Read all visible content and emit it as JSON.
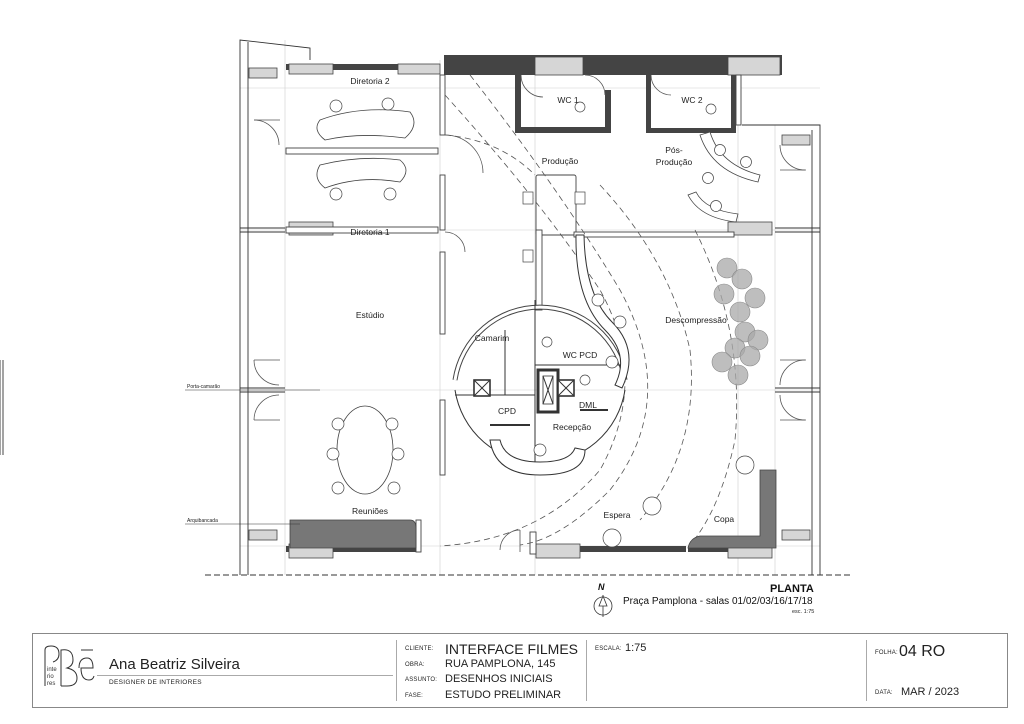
{
  "rooms": {
    "diretoria2": "Diretoria 2",
    "diretoria1": "Diretoria 1",
    "wc1": "WC 1",
    "wc2": "WC 2",
    "producao": "Produção",
    "pos_producao_1": "Pós-",
    "pos_producao_2": "Produção",
    "estudio": "Estúdio",
    "camarim": "Camarim",
    "wc_pcd": "WC PCD",
    "descompressao": "Descompressão",
    "cpd": "CPD",
    "dml": "DML",
    "recepcao": "Recepção",
    "reunioes": "Reuniões",
    "espera": "Espera",
    "copa": "Copa"
  },
  "annotations": {
    "porta_camarao": "Porta-camarão",
    "arquibancada": "Arquibancada"
  },
  "plan_caption": {
    "north": "N",
    "title": "PLANTA",
    "subtitle": "Praça Pamplona - salas 01/02/03/16/17/18",
    "scale_note": "esc. 1:75"
  },
  "title_block": {
    "logo_text_1": "inte",
    "logo_text_2": "rio",
    "logo_text_3": "res",
    "designer_name": "Ana Beatriz Silveira",
    "designer_role": "DESIGNER DE INTERIORES",
    "cliente_label": "CLIENTE:",
    "cliente_value": "INTERFACE FILMES",
    "obra_label": "OBRA:",
    "obra_value": "RUA PAMPLONA, 145",
    "assunto_label": "ASSUNTO:",
    "assunto_value": "DESENHOS INICIAIS",
    "fase_label": "FASE:",
    "fase_value": "ESTUDO PRELIMINAR",
    "escala_label": "ESCALA:",
    "escala_value": "1:75",
    "folha_label": "FOLHA:",
    "folha_value": "04 RO",
    "data_label": "DATA:",
    "data_value": "MAR / 2023"
  },
  "colors": {
    "wall": "#444444",
    "window": "#d0d0d0",
    "bench": "#777777",
    "ottoman": "#a8a8a8"
  }
}
